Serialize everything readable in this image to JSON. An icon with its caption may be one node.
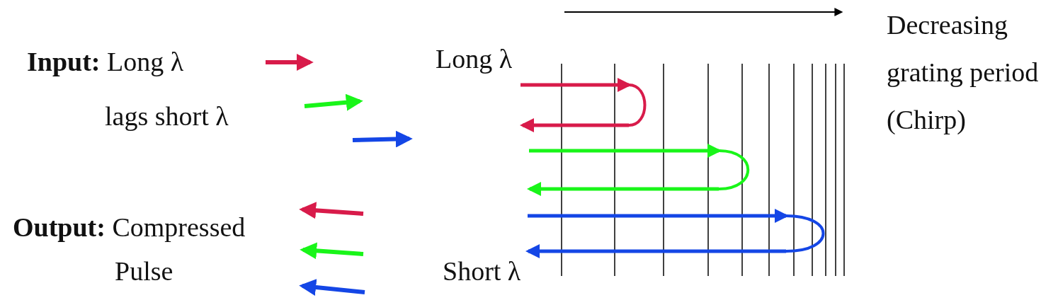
{
  "diagram": {
    "labels": [
      "**Input:** Long λ",
      "lags short λ",
      "Long λ",
      "Decreasing grating period (Chirp)",
      "**Output:** Compressed",
      "Pulse",
      "Short λ"
    ]
  }
}
